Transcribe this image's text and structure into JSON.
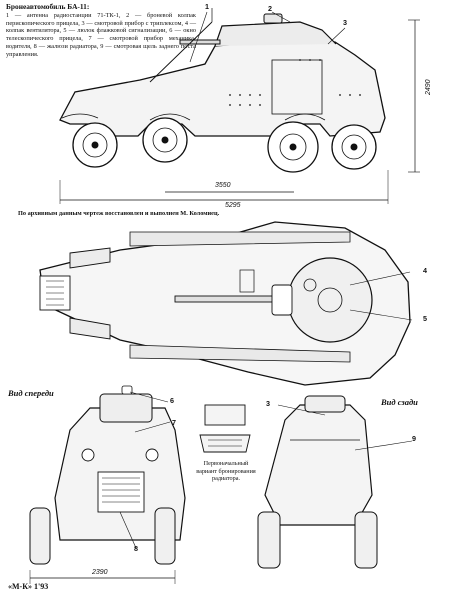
{
  "legend": {
    "title": "Бронеавтомобиль БА-11:",
    "body": "1 — антенна радиостанции 71-ТК-1, 2 — броневой колпак перископического прицела, 3 — смотровой прибор с триплексом, 4 — колпак вентилятора, 5 — люлок флажковой сигнализации, 6 — окно телескопического прицела, 7 — смотровой прибор механика-водителя, 8 — жалюзи радиатора, 9 — смотровая щель заднего поста управления."
  },
  "credit": "По архивным данным чертеж восстановлен и выполнен М. Коломиец.",
  "dimensions": {
    "height": "2490",
    "wheelbase": "3550",
    "length": "5295",
    "width": "2390"
  },
  "views": {
    "front": "Вид спереди",
    "rear": "Вид сзади"
  },
  "callouts": [
    "1",
    "2",
    "3",
    "4",
    "5",
    "6",
    "7",
    "8",
    "3",
    "9"
  ],
  "note": "Первоначальный вариант бронирования радиатора.",
  "footer": "«М-К» 1'93"
}
